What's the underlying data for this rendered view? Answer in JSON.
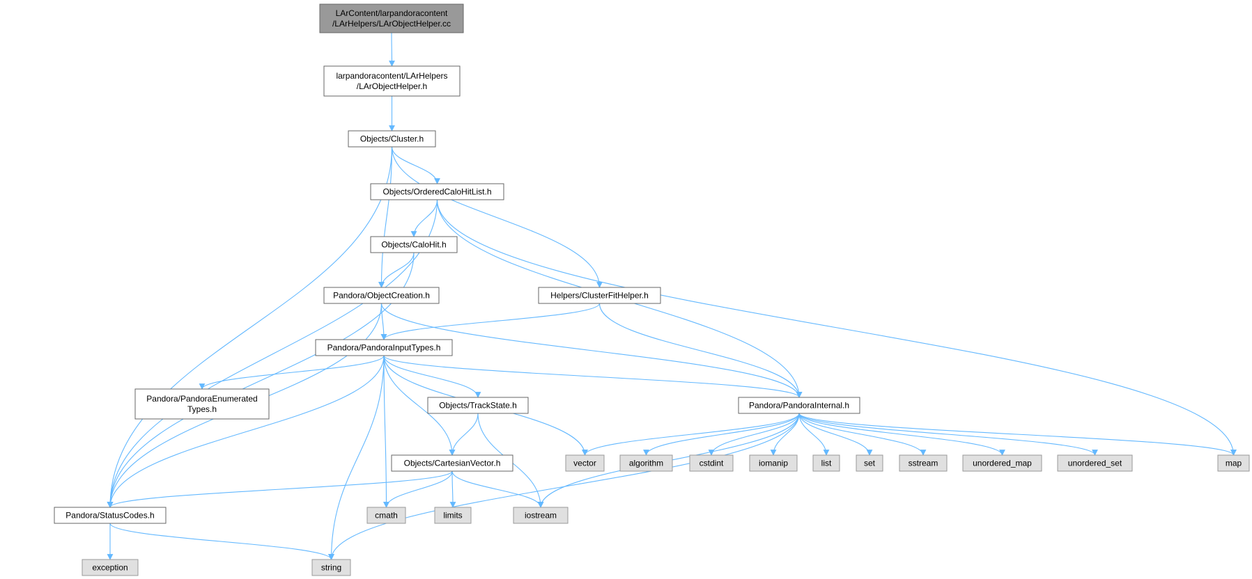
{
  "colors": {
    "edge": "#63b8ff",
    "main_fill": "#999999",
    "file_fill": "#ffffff",
    "system_fill": "#e0e0e0",
    "border": "#666666"
  },
  "nodes": [
    {
      "id": "root",
      "kind": "main",
      "lines": [
        "LArContent/larpandoracontent",
        "/LArHelpers/LArObjectHelper.cc"
      ]
    },
    {
      "id": "objhelper",
      "kind": "file",
      "lines": [
        "larpandoracontent/LArHelpers",
        "/LArObjectHelper.h"
      ]
    },
    {
      "id": "cluster",
      "kind": "file",
      "lines": [
        "Objects/Cluster.h"
      ]
    },
    {
      "id": "ochl",
      "kind": "file",
      "lines": [
        "Objects/OrderedCaloHitList.h"
      ]
    },
    {
      "id": "calohit",
      "kind": "file",
      "lines": [
        "Objects/CaloHit.h"
      ]
    },
    {
      "id": "objcreation",
      "kind": "file",
      "lines": [
        "Pandora/ObjectCreation.h"
      ]
    },
    {
      "id": "clusterfit",
      "kind": "file",
      "lines": [
        "Helpers/ClusterFitHelper.h"
      ]
    },
    {
      "id": "inputtypes",
      "kind": "file",
      "lines": [
        "Pandora/PandoraInputTypes.h"
      ]
    },
    {
      "id": "enumtypes",
      "kind": "file",
      "lines": [
        "Pandora/PandoraEnumerated",
        "Types.h"
      ]
    },
    {
      "id": "trackstate",
      "kind": "file",
      "lines": [
        "Objects/TrackState.h"
      ]
    },
    {
      "id": "internal",
      "kind": "file",
      "lines": [
        "Pandora/PandoraInternal.h"
      ]
    },
    {
      "id": "cartesian",
      "kind": "file",
      "lines": [
        "Objects/CartesianVector.h"
      ]
    },
    {
      "id": "statuscodes",
      "kind": "file",
      "lines": [
        "Pandora/StatusCodes.h"
      ]
    },
    {
      "id": "vector",
      "kind": "system",
      "lines": [
        "vector"
      ]
    },
    {
      "id": "algorithm",
      "kind": "system",
      "lines": [
        "algorithm"
      ]
    },
    {
      "id": "cstdint",
      "kind": "system",
      "lines": [
        "cstdint"
      ]
    },
    {
      "id": "iomanip",
      "kind": "system",
      "lines": [
        "iomanip"
      ]
    },
    {
      "id": "list",
      "kind": "system",
      "lines": [
        "list"
      ]
    },
    {
      "id": "set",
      "kind": "system",
      "lines": [
        "set"
      ]
    },
    {
      "id": "sstream",
      "kind": "system",
      "lines": [
        "sstream"
      ]
    },
    {
      "id": "unordered_map",
      "kind": "system",
      "lines": [
        "unordered_map"
      ]
    },
    {
      "id": "unordered_set",
      "kind": "system",
      "lines": [
        "unordered_set"
      ]
    },
    {
      "id": "map",
      "kind": "system",
      "lines": [
        "map"
      ]
    },
    {
      "id": "cmath",
      "kind": "system",
      "lines": [
        "cmath"
      ]
    },
    {
      "id": "limits",
      "kind": "system",
      "lines": [
        "limits"
      ]
    },
    {
      "id": "iostream",
      "kind": "system",
      "lines": [
        "iostream"
      ]
    },
    {
      "id": "exception",
      "kind": "system",
      "lines": [
        "exception"
      ]
    },
    {
      "id": "string",
      "kind": "system",
      "lines": [
        "string"
      ]
    }
  ],
  "edges": [
    [
      "root",
      "objhelper"
    ],
    [
      "objhelper",
      "cluster"
    ],
    [
      "cluster",
      "statuscodes"
    ],
    [
      "cluster",
      "objcreation"
    ],
    [
      "cluster",
      "ochl"
    ],
    [
      "cluster",
      "clusterfit"
    ],
    [
      "ochl",
      "statuscodes"
    ],
    [
      "ochl",
      "calohit"
    ],
    [
      "ochl",
      "internal"
    ],
    [
      "ochl",
      "map"
    ],
    [
      "calohit",
      "statuscodes"
    ],
    [
      "calohit",
      "objcreation"
    ],
    [
      "objcreation",
      "statuscodes"
    ],
    [
      "objcreation",
      "inputtypes"
    ],
    [
      "objcreation",
      "internal"
    ],
    [
      "clusterfit",
      "inputtypes"
    ],
    [
      "clusterfit",
      "internal"
    ],
    [
      "inputtypes",
      "enumtypes"
    ],
    [
      "inputtypes",
      "statuscodes"
    ],
    [
      "inputtypes",
      "string"
    ],
    [
      "inputtypes",
      "cmath"
    ],
    [
      "inputtypes",
      "cartesian"
    ],
    [
      "inputtypes",
      "trackstate"
    ],
    [
      "inputtypes",
      "vector"
    ],
    [
      "inputtypes",
      "internal"
    ],
    [
      "trackstate",
      "cartesian"
    ],
    [
      "trackstate",
      "iostream"
    ],
    [
      "cartesian",
      "statuscodes"
    ],
    [
      "cartesian",
      "cmath"
    ],
    [
      "cartesian",
      "limits"
    ],
    [
      "cartesian",
      "iostream"
    ],
    [
      "internal",
      "vector"
    ],
    [
      "internal",
      "algorithm"
    ],
    [
      "internal",
      "cstdint"
    ],
    [
      "internal",
      "iomanip"
    ],
    [
      "internal",
      "list"
    ],
    [
      "internal",
      "set"
    ],
    [
      "internal",
      "sstream"
    ],
    [
      "internal",
      "unordered_map"
    ],
    [
      "internal",
      "unordered_set"
    ],
    [
      "internal",
      "map"
    ],
    [
      "internal",
      "iostream"
    ],
    [
      "internal",
      "string"
    ],
    [
      "statuscodes",
      "exception"
    ],
    [
      "statuscodes",
      "string"
    ]
  ]
}
